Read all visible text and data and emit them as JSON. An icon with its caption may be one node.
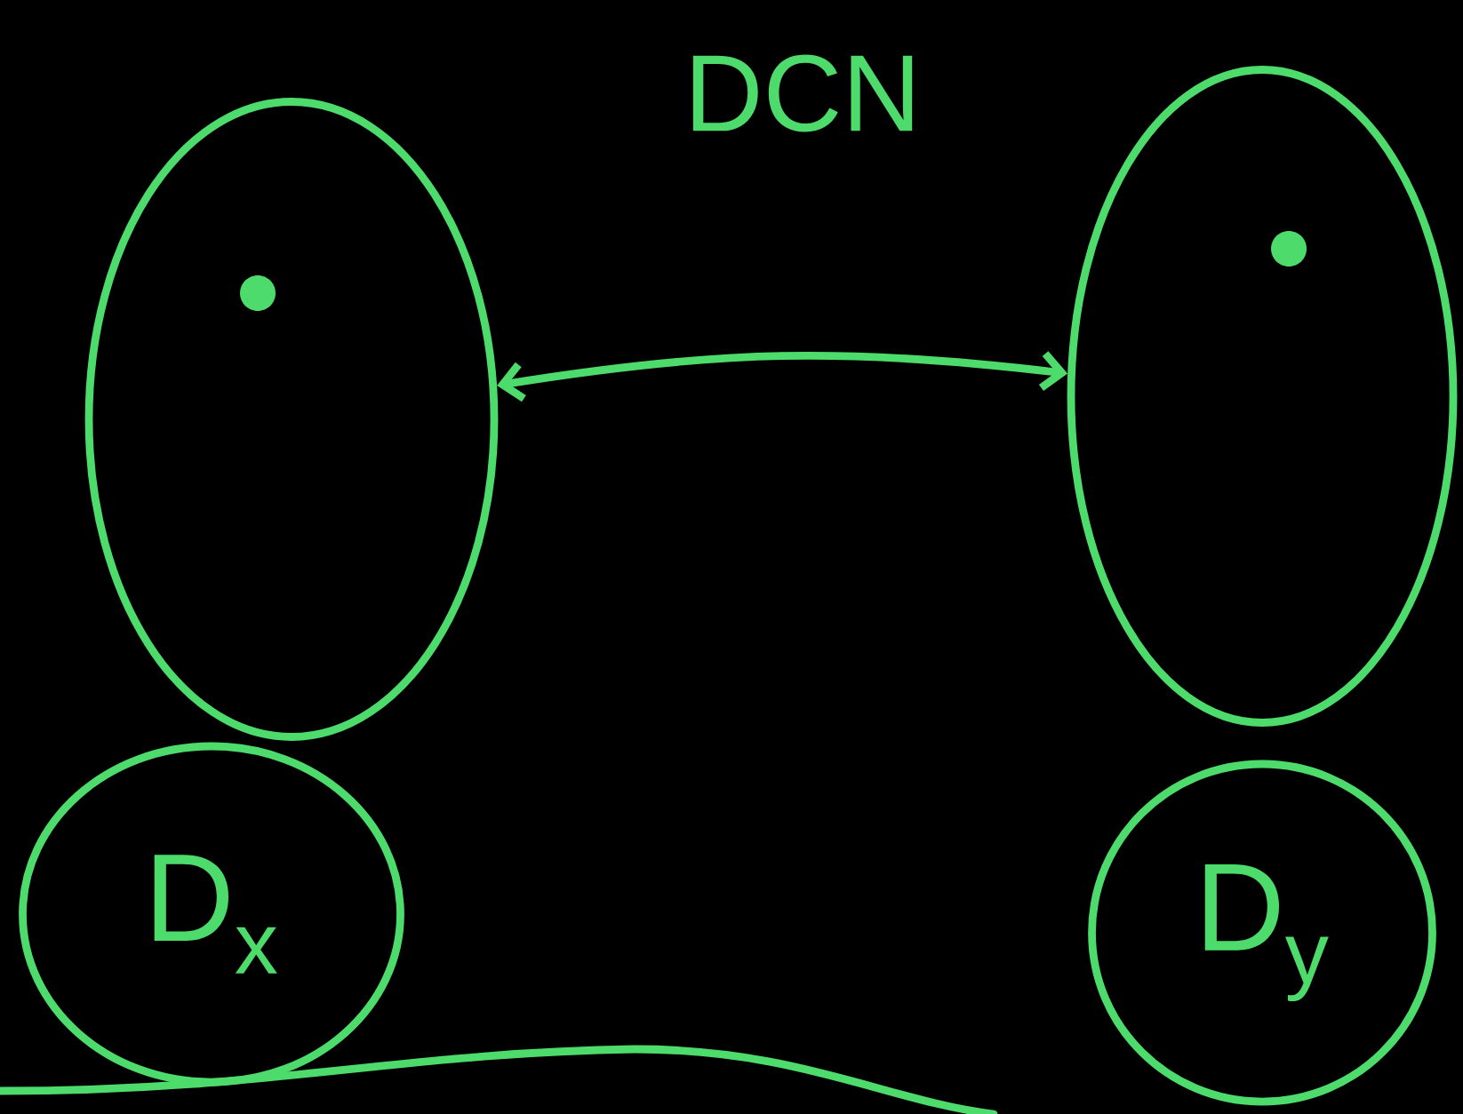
{
  "diagram": {
    "title": "DCN",
    "nodes": [
      {
        "text": [],
        "shape": "cloud"
      },
      {
        "text": [],
        "shape": "cloud"
      },
      {
        "text": [
          "D$_{x}$"
        ]
      },
      {
        "text": [
          "D$_{y}$"
        ]
      }
    ],
    "edges": [
      {
        "from": 0,
        "to": 1,
        "arrow": "both"
      }
    ]
  }
}
